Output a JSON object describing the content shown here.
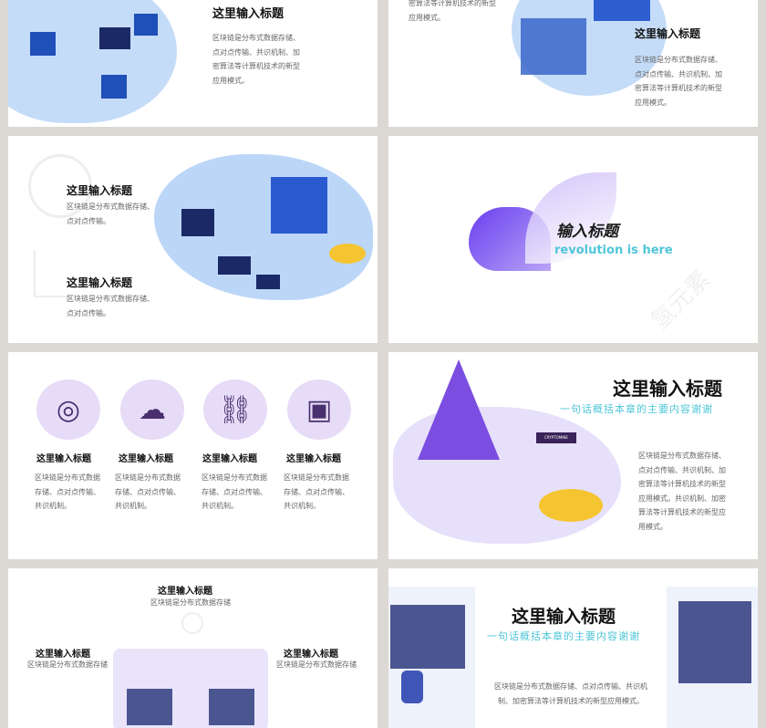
{
  "slide1": {
    "title": "这里输入标题",
    "body": [
      "区块链是分布式数据存储、",
      "点对点传输、共识机制、加",
      "密算法等计算机技术的新型",
      "应用模式。"
    ]
  },
  "slide2": {
    "top_body": [
      "密算法等计算机技术的新型",
      "应用模式。"
    ],
    "title": "这里输入标题",
    "body": [
      "区块链是分布式数据存储、",
      "点对点传输、共识机制、加",
      "密算法等计算机技术的新型",
      "应用模式。"
    ]
  },
  "slide3": {
    "items": [
      {
        "title": "这里输入标题",
        "body": [
          "区块链是分布式数据存储、",
          "点对点传输。"
        ]
      },
      {
        "title": "这里输入标题",
        "body": [
          "区块链是分布式数据存储、",
          "点对点传输。"
        ]
      }
    ]
  },
  "slide4": {
    "title": "输入标题",
    "subtitle": "revolution is here",
    "watermark": "氢元素"
  },
  "slide5": {
    "items": [
      {
        "icon": "coin-wallet-icon",
        "title": "这里输入标题",
        "body": [
          "区块链是分布式数据",
          "存储、点对点传输、",
          "共识机制。"
        ]
      },
      {
        "icon": "cloud-lock-icon",
        "title": "这里输入标题",
        "body": [
          "区块链是分布式数据",
          "存储、点对点传输、",
          "共识机制。"
        ]
      },
      {
        "icon": "chain-lock-icon",
        "title": "这里输入标题",
        "body": [
          "区块链是分布式数据",
          "存储、点对点传输、",
          "共识机制。"
        ]
      },
      {
        "icon": "mining-rig-icon",
        "title": "这里输入标题",
        "body": [
          "区块链是分布式数据",
          "存储、点对点传输、",
          "共识机制。"
        ]
      }
    ]
  },
  "slide6": {
    "title": "这里输入标题",
    "subtitle": "一句话概括本章的主要内容谢谢",
    "sign": "CRYPTOMINE",
    "body": [
      "区块链是分布式数据存储、",
      "点对点传输、共识机制、加",
      "密算法等计算机技术的新型",
      "应用模式。共识机制、加密",
      "算法等计算机技术的新型应",
      "用模式。"
    ]
  },
  "slide7": {
    "top": {
      "title": "这里输入标题",
      "body": "区块链是分布式数据存储"
    },
    "left": {
      "title": "这里输入标题",
      "body": "区块链是分布式数据存储"
    },
    "right": {
      "title": "这里输入标题",
      "body": "区块链是分布式数据存储"
    }
  },
  "slide8": {
    "title": "这里输入标题",
    "subtitle": "一句话概括本章的主要内容谢谢",
    "body": [
      "区块链是分布式数据存储、点对点传输、共识机",
      "制、加密算法等计算机技术的新型应用模式。"
    ]
  },
  "colors": {
    "accent_purple": "#7b4de0",
    "accent_cyan": "#4fc6d9",
    "blob_blue": "#c5dcf8",
    "background": "#dcd8d4"
  }
}
